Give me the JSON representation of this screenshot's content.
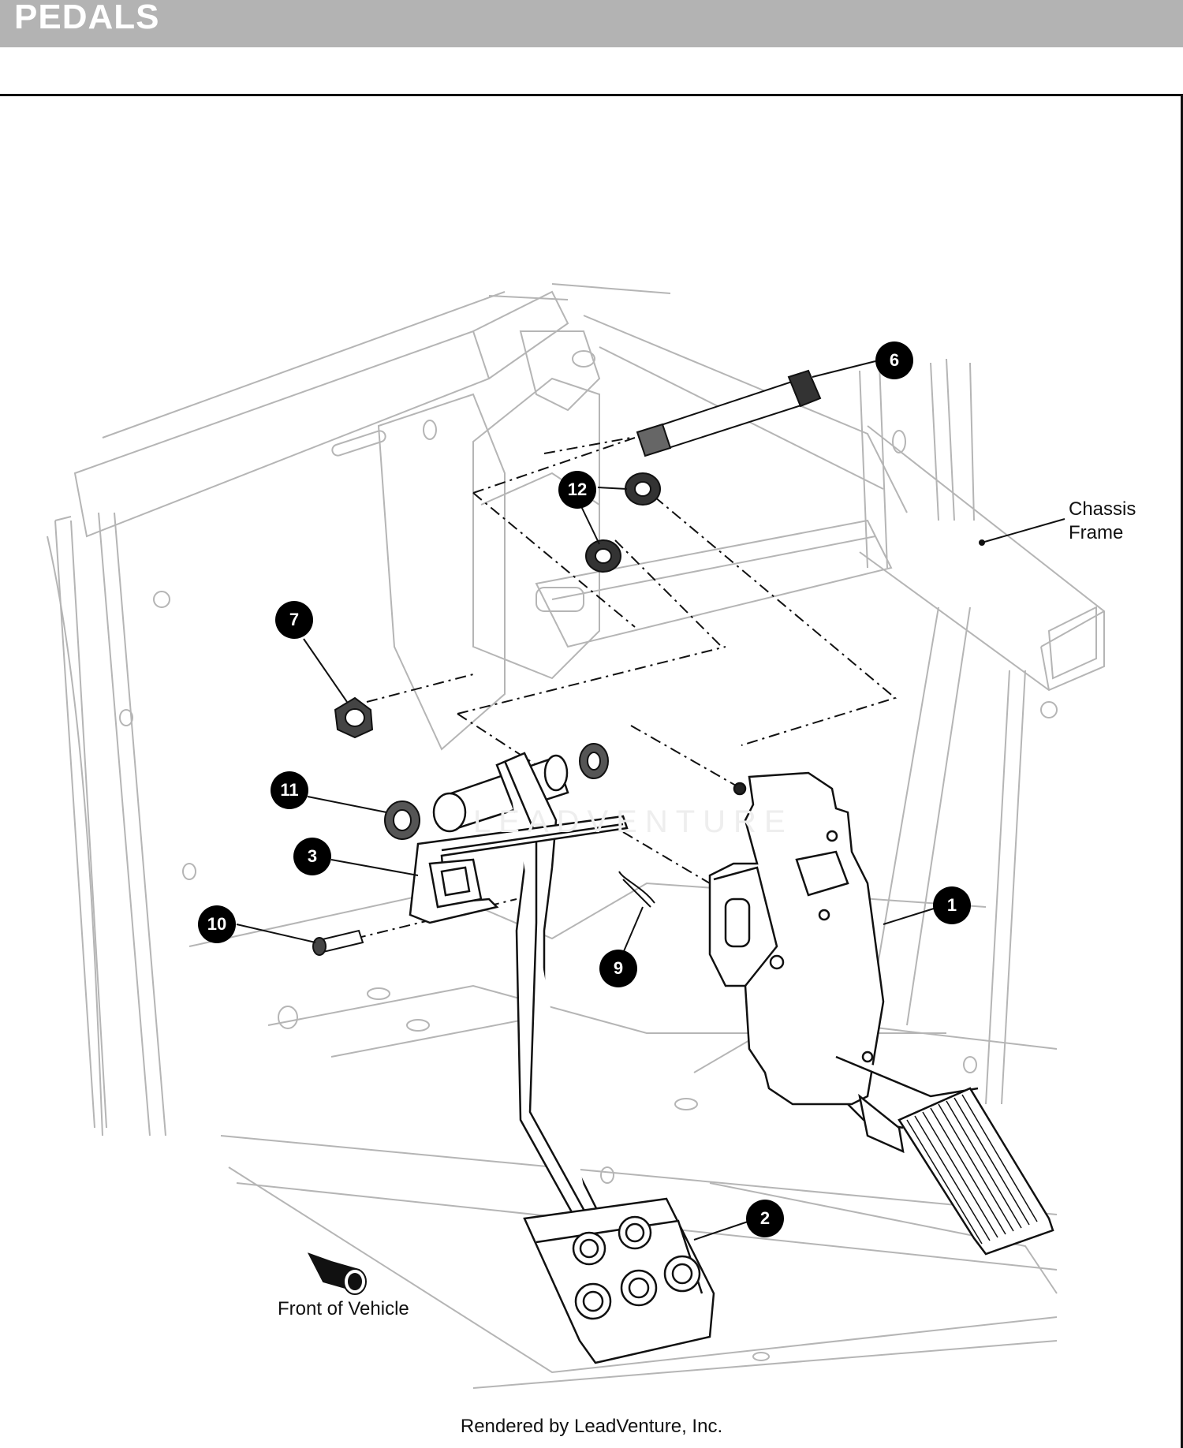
{
  "header": {
    "title": "PEDALS"
  },
  "diagram": {
    "callouts": [
      {
        "id": "1",
        "label": "1"
      },
      {
        "id": "2",
        "label": "2"
      },
      {
        "id": "3",
        "label": "3"
      },
      {
        "id": "6",
        "label": "6"
      },
      {
        "id": "7",
        "label": "7"
      },
      {
        "id": "9",
        "label": "9"
      },
      {
        "id": "10",
        "label": "10"
      },
      {
        "id": "11",
        "label": "11"
      },
      {
        "id": "12",
        "label": "12"
      }
    ],
    "chassis_label": "Chassis Frame",
    "front_label": "Front of Vehicle",
    "watermark_text": "LEADVENTURE"
  },
  "footer": {
    "credit": "Rendered by LeadVenture, Inc."
  }
}
